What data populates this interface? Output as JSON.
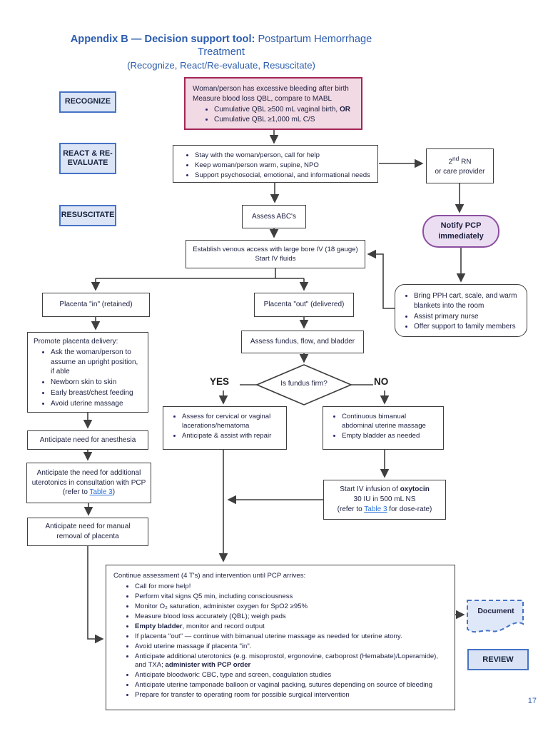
{
  "title": {
    "bold": "Appendix B — Decision support tool:",
    "rest": " Postpartum Hemorrhage Treatment",
    "subtitle": "(Recognize, React/Re-evaluate, Resuscitate)"
  },
  "page": {
    "number": "17"
  },
  "stages": {
    "recognize": "RECOGNIZE",
    "react": "REACT & RE-EVALUATE",
    "resuscitate": "RESUSCITATE"
  },
  "recognize_box": {
    "line1": "Woman/person has excessive bleeding after birth",
    "line2": "Measure blood loss QBL, compare to MABL",
    "bullet1_pre": "Cumulative QBL ≥500 mL vaginal birth, ",
    "bullet1_bold": "OR",
    "bullet2": "Cumulative QBL ≥1,000 mL C/S"
  },
  "react_box": {
    "bullets": [
      "Stay with the woman/person, call for help",
      "Keep woman/person warm, supine, NPO",
      "Support psychosocial, emotional, and informational needs"
    ]
  },
  "second_rn_box": {
    "num": "2",
    "sup": "nd",
    "rest": " RN",
    "line2": "or care provider"
  },
  "abc_box": {
    "label": "Assess ABC's"
  },
  "notify_box": {
    "line1": "Notify PCP",
    "line2": "immediately"
  },
  "venous_box": {
    "line1": "Establish venous access with large bore IV (18 gauge)",
    "line2": "Start IV fluids"
  },
  "pph_cart_box": {
    "bullets": [
      "Bring PPH cart, scale, and warm blankets into the room",
      "Assist primary nurse",
      "Offer support to family members"
    ]
  },
  "placenta_in_box": {
    "label": "Placenta \"in\" (retained)"
  },
  "placenta_out_box": {
    "label": "Placenta \"out\" (delivered)"
  },
  "promote_box": {
    "title": "Promote placenta delivery:",
    "bullets": [
      "Ask the woman/person to assume an upright position, if able",
      "Newborn skin to skin",
      "Early breast/chest feeding",
      "Avoid uterine massage"
    ]
  },
  "fundus_box": {
    "label": "Assess fundus, flow, and bladder"
  },
  "decision": {
    "question": "Is fundus firm?",
    "yes": "YES",
    "no": "NO"
  },
  "yes_box": {
    "bullets": [
      "Assess for cervical or vaginal lacerations/hematoma",
      "Anticipate & assist with repair"
    ]
  },
  "no_box": {
    "bullets": [
      "Continuous bimanual abdominal uterine massage",
      "Empty bladder as needed"
    ]
  },
  "anesthesia_box": {
    "label": "Anticipate need for anesthesia"
  },
  "uterotonics_box": {
    "pre": "Anticipate the need for additional uterotonics in consultation with PCP (refer to ",
    "link": "Table 3",
    "post": ")"
  },
  "manual_box": {
    "label": "Anticipate need for manual removal of placenta"
  },
  "oxytocin_box": {
    "line1_pre": "Start IV infusion of ",
    "line1_bold": "oxytocin",
    "line2": "30 IU in 500 mL NS",
    "line3_pre": "(refer to ",
    "line3_link": "Table 3",
    "line3_post": " for dose-rate)"
  },
  "continue_box": {
    "title": "Continue assessment (4 T's) and intervention until PCP arrives:",
    "bullets": [
      {
        "pre": "Call for more help!",
        "bold": "",
        "post": ""
      },
      {
        "pre": "Perform vital signs Q5 min, including consciousness",
        "bold": "",
        "post": ""
      },
      {
        "pre": "Monitor O₂ saturation, administer oxygen for SpO2 ≥95%",
        "bold": "",
        "post": ""
      },
      {
        "pre": "Measure blood loss accurately (QBL); weigh pads",
        "bold": "",
        "post": ""
      },
      {
        "pre": "",
        "bold": "Empty bladder",
        "post": ", monitor and record output"
      },
      {
        "pre": "If placenta \"out\" — continue with bimanual uterine massage as needed for uterine atony.",
        "bold": "",
        "post": ""
      },
      {
        "pre": "Avoid uterine massage if placenta \"in\".",
        "bold": "",
        "post": ""
      },
      {
        "pre": "Anticipate additional uterotonics (e.g. misoprostol, ergonovine, carboprost (Hemabate)/Loperamide), and TXA; ",
        "bold": "administer with PCP order",
        "post": ""
      },
      {
        "pre": "Anticipate bloodwork: CBC, type and screen, coagulation studies",
        "bold": "",
        "post": ""
      },
      {
        "pre": "Anticipate uterine tamponade balloon or vaginal packing, sutures depending on source of bleeding",
        "bold": "",
        "post": ""
      },
      {
        "pre": "Prepare for transfer to operating room for possible surgical intervention",
        "bold": "",
        "post": ""
      }
    ]
  },
  "document_box": {
    "label": "Document"
  },
  "review_box": {
    "label": "REVIEW"
  },
  "colors": {
    "title_blue": "#2b5cad",
    "stage_fill": "#dbe5f6",
    "stage_border": "#4673c5",
    "alert_fill": "#f2dae4",
    "alert_border": "#a32656",
    "notify_fill": "#ecdef2",
    "notify_border": "#8c4fa0",
    "link_blue": "#2e74d9",
    "connector": "#3f3f3f"
  }
}
